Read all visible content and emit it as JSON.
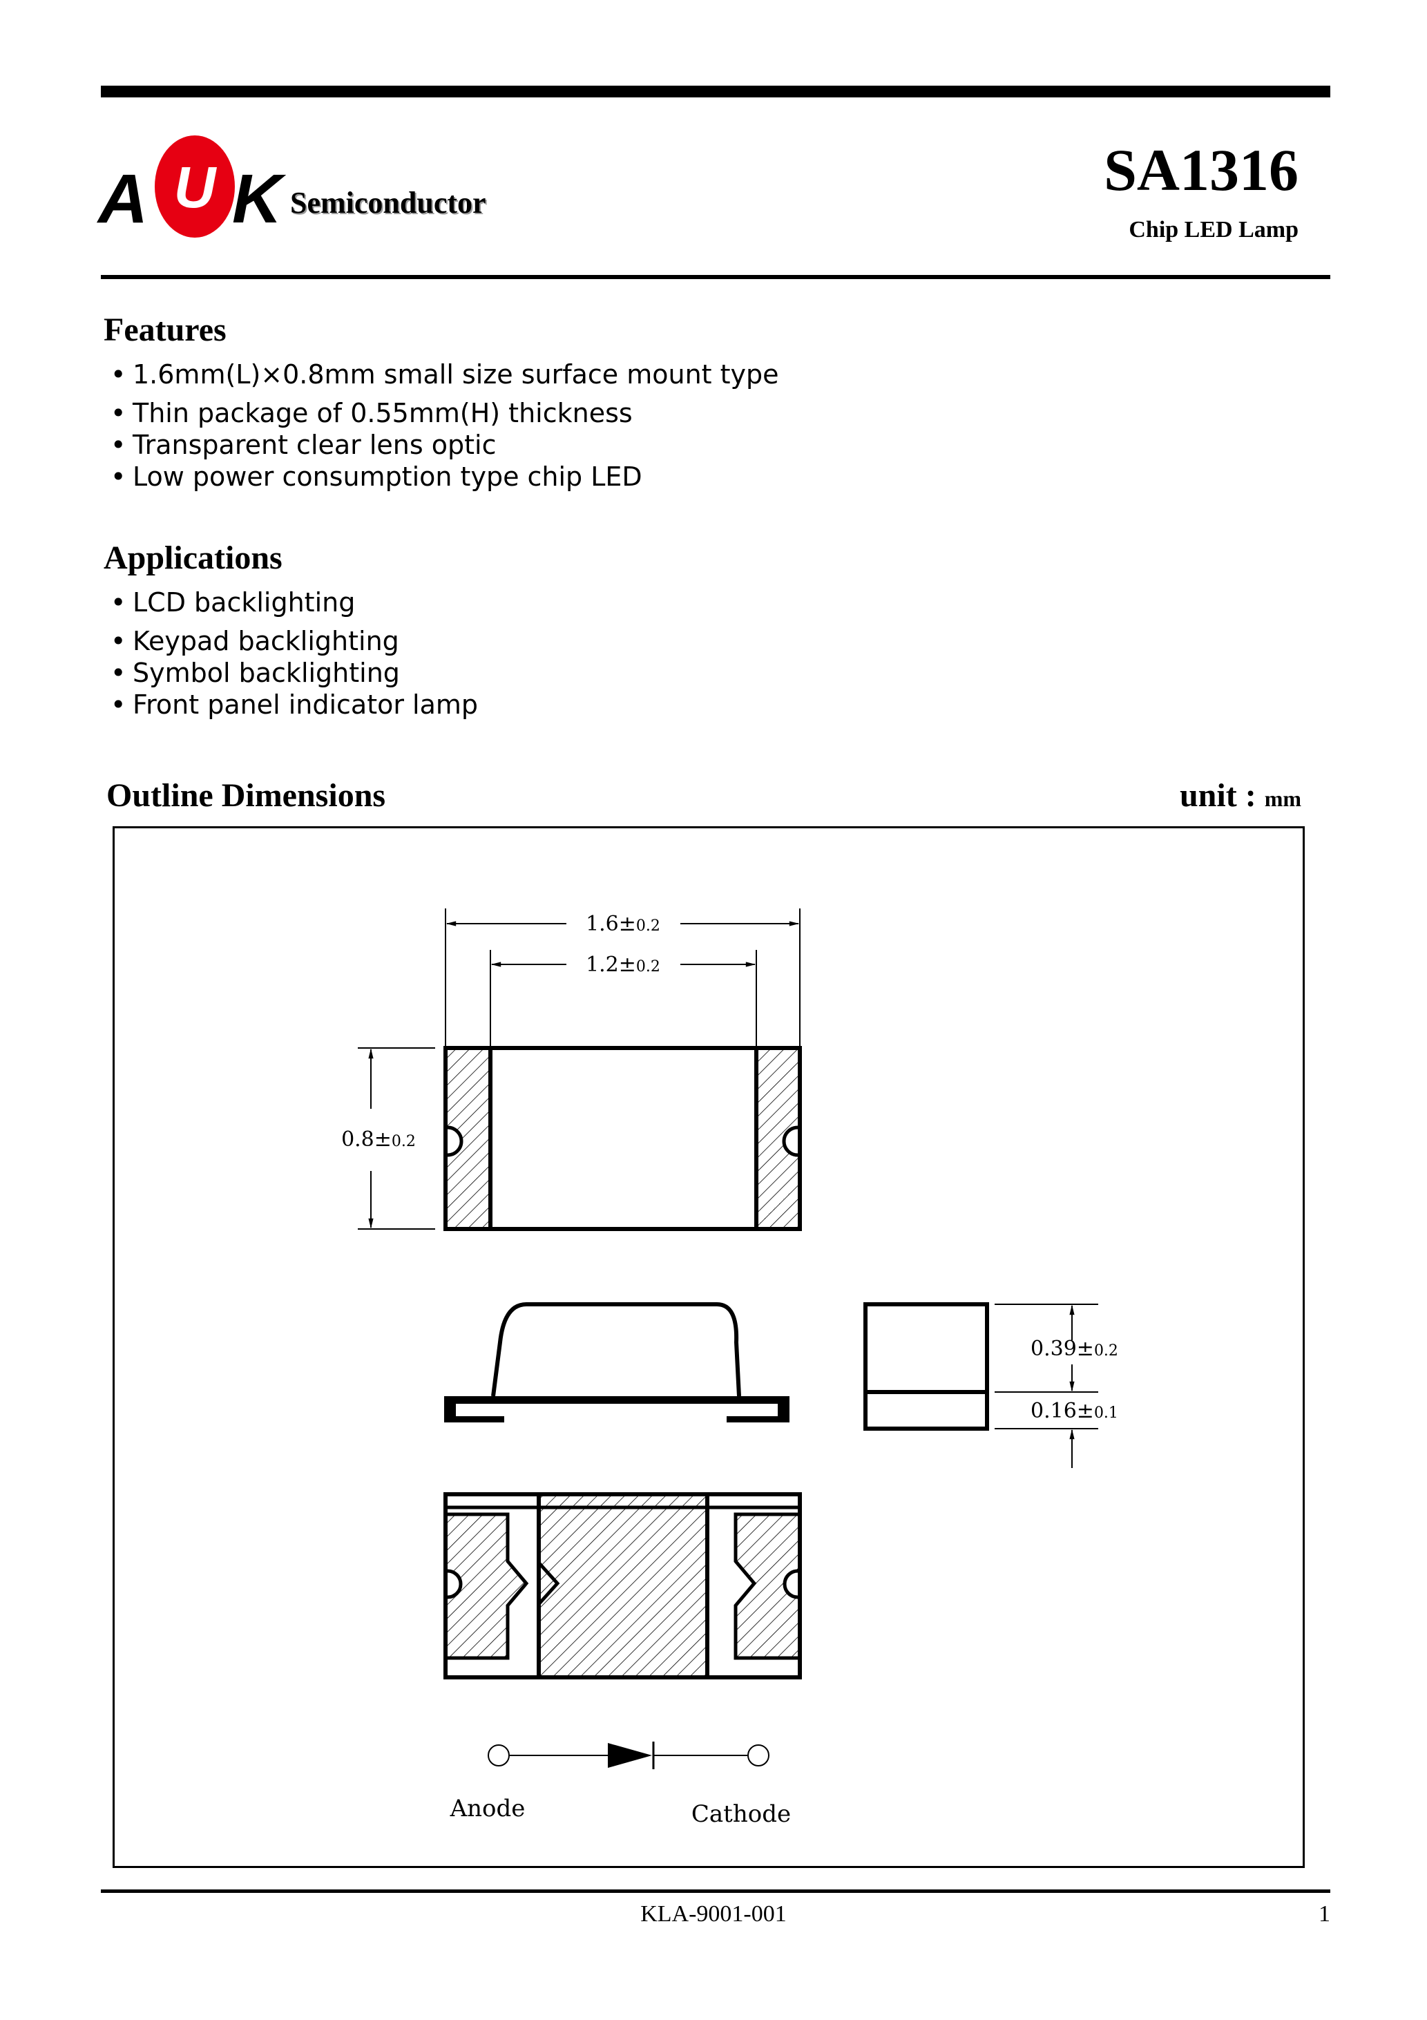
{
  "header": {
    "logo": {
      "letters": [
        "A",
        "U",
        "K"
      ],
      "suffix": "Semiconductor",
      "accent_color": "#e60012"
    },
    "part_number": "SA1316",
    "part_description": "Chip LED Lamp"
  },
  "features": {
    "title": "Features",
    "items": [
      "1.6mm(L)×0.8mm small size surface mount type",
      "Thin package of 0.55mm(H) thickness",
      "Transparent clear lens optic",
      "Low power consumption type chip LED"
    ]
  },
  "applications": {
    "title": "Applications",
    "items": [
      "LCD backlighting",
      "Keypad backlighting",
      "Symbol backlighting",
      "Front panel indicator lamp"
    ]
  },
  "outline": {
    "title": "Outline Dimensions",
    "unit_label": "unit :",
    "unit_value": "mm",
    "dimensions": {
      "overall_length": {
        "value": "1.6±",
        "tol": "0.2"
      },
      "inner_length": {
        "value": "1.2±",
        "tol": "0.2"
      },
      "width": {
        "value": "0.8±",
        "tol": "0.2"
      },
      "lens_height": {
        "value": "0.39±",
        "tol": "0.2"
      },
      "base_height": {
        "value": "0.16±",
        "tol": "0.1"
      }
    },
    "symbol": {
      "anode_label": "Anode",
      "cathode_label": "Cathode"
    }
  },
  "footer": {
    "doc_code": "KLA-9001-001",
    "page": "1"
  }
}
